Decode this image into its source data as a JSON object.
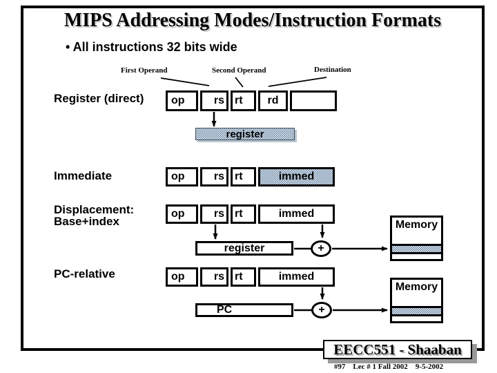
{
  "slide": {
    "title": "MIPS Addressing Modes/Instruction Formats",
    "bullet": "• All instructions 32 bits wide"
  },
  "operand_labels": {
    "first": "First Operand",
    "second": "Second Operand",
    "destination": "Destination"
  },
  "rows": {
    "register_direct": {
      "label": "Register (direct)",
      "cells": [
        "op",
        "rs",
        "rt",
        "rd",
        ""
      ],
      "target": "register"
    },
    "immediate": {
      "label": "Immediate",
      "cells": [
        "op",
        "rs",
        "rt",
        "immed"
      ]
    },
    "displacement": {
      "label_line1": "Displacement:",
      "label_line2": "Base+index",
      "cells": [
        "op",
        "rs",
        "rt",
        "immed"
      ],
      "register": "register",
      "plus": "+",
      "memory": "Memory"
    },
    "pc_relative": {
      "label": "PC-relative",
      "cells": [
        "op",
        "rs",
        "rt",
        "immed"
      ],
      "pc": "PC",
      "plus": "+",
      "memory": "Memory"
    }
  },
  "footer": {
    "course": "EECC551 - Shaaban",
    "note": "#97    Lec # 1 Fall 2002    9-5-2002"
  },
  "colors": {
    "hatch_blue": "#54779a",
    "frame_black": "#000000",
    "shadow_gray": "#999999"
  }
}
